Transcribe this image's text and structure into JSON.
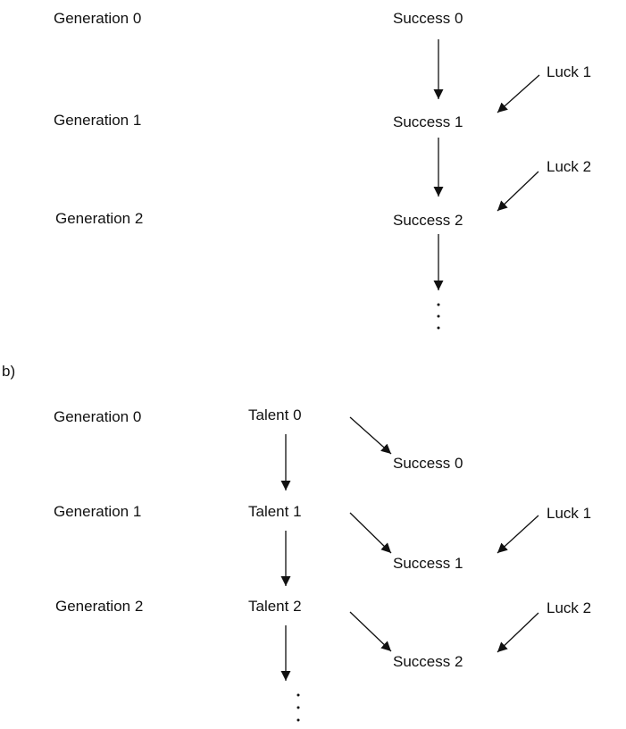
{
  "panel_a": {
    "generations": [
      "Generation 0",
      "Generation 1",
      "Generation 2"
    ],
    "successes": [
      "Success 0",
      "Success 1",
      "Success 2"
    ],
    "lucks": [
      "Luck 1",
      "Luck 2"
    ]
  },
  "panel_b": {
    "label": "b)",
    "generations": [
      "Generation 0",
      "Generation 1",
      "Generation 2"
    ],
    "talents": [
      "Talent 0",
      "Talent 1",
      "Talent 2"
    ],
    "successes": [
      "Success 0",
      "Success 1",
      "Success 2"
    ],
    "lucks": [
      "Luck 1",
      "Luck 2"
    ]
  }
}
